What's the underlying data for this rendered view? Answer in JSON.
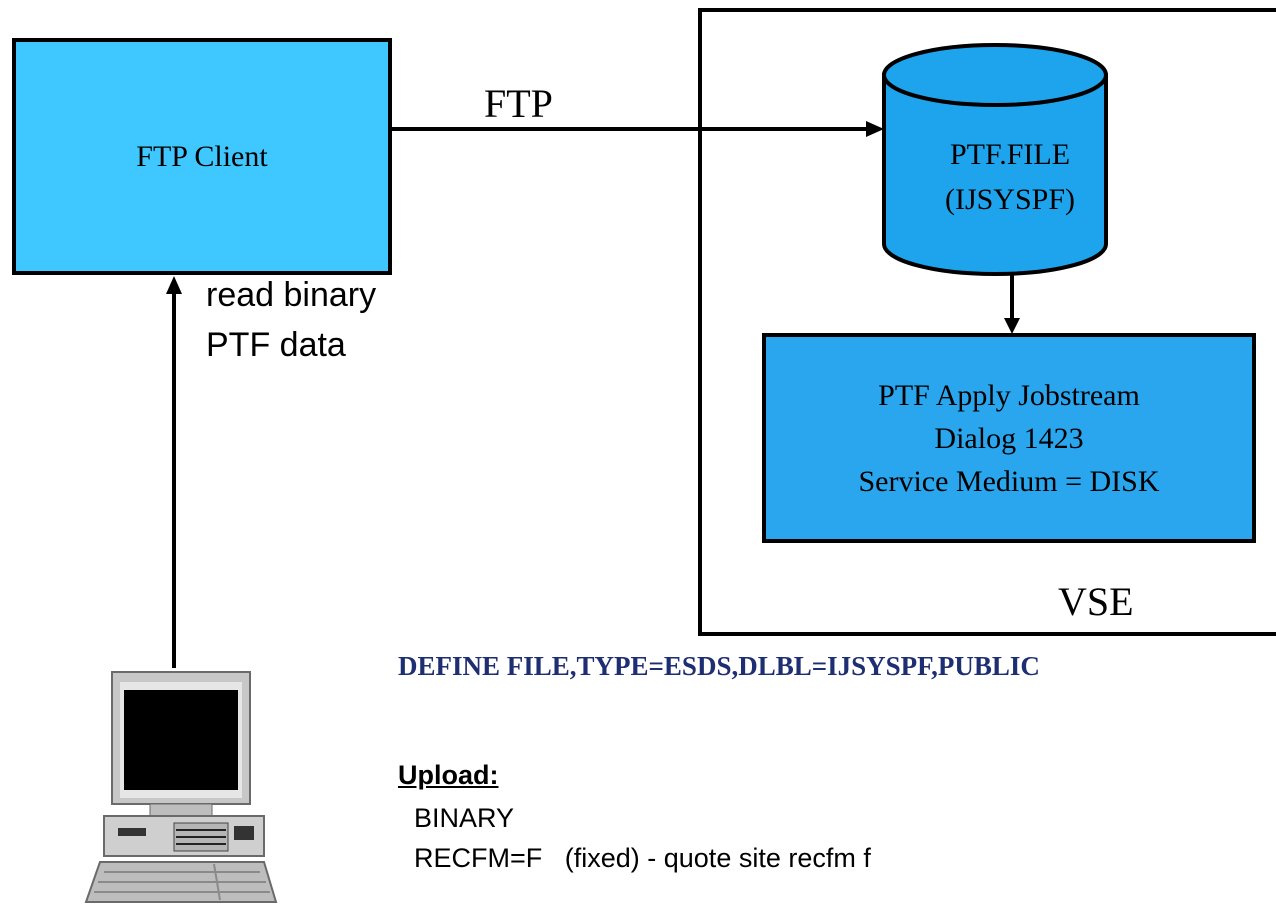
{
  "client_box": {
    "label": "FTP Client"
  },
  "connection": {
    "label": "FTP"
  },
  "database": {
    "lines": [
      "PTF.FILE",
      "(IJSYSPF)"
    ]
  },
  "apply_box": {
    "lines": [
      "PTF Apply Jobstream",
      "Dialog 1423",
      "Service Medium = DISK"
    ]
  },
  "system": {
    "label": "VSE"
  },
  "upstream_note": {
    "lines": [
      "read binary",
      "PTF data"
    ]
  },
  "define_command": "DEFINE FILE,TYPE=ESDS,DLBL=IJSYSPF,PUBLIC",
  "upload": {
    "title": "Upload:",
    "lines": [
      "BINARY",
      "RECFM=F   (fixed) - quote site recfm f"
    ]
  },
  "colors": {
    "client_fill": "#3fc8ff",
    "database_fill": "#1ea4ec",
    "apply_fill": "#2aa6ee",
    "command_text": "#1e2e72"
  },
  "icons": {
    "computer": "desktop-computer-icon",
    "database": "cylinder-database-icon"
  }
}
